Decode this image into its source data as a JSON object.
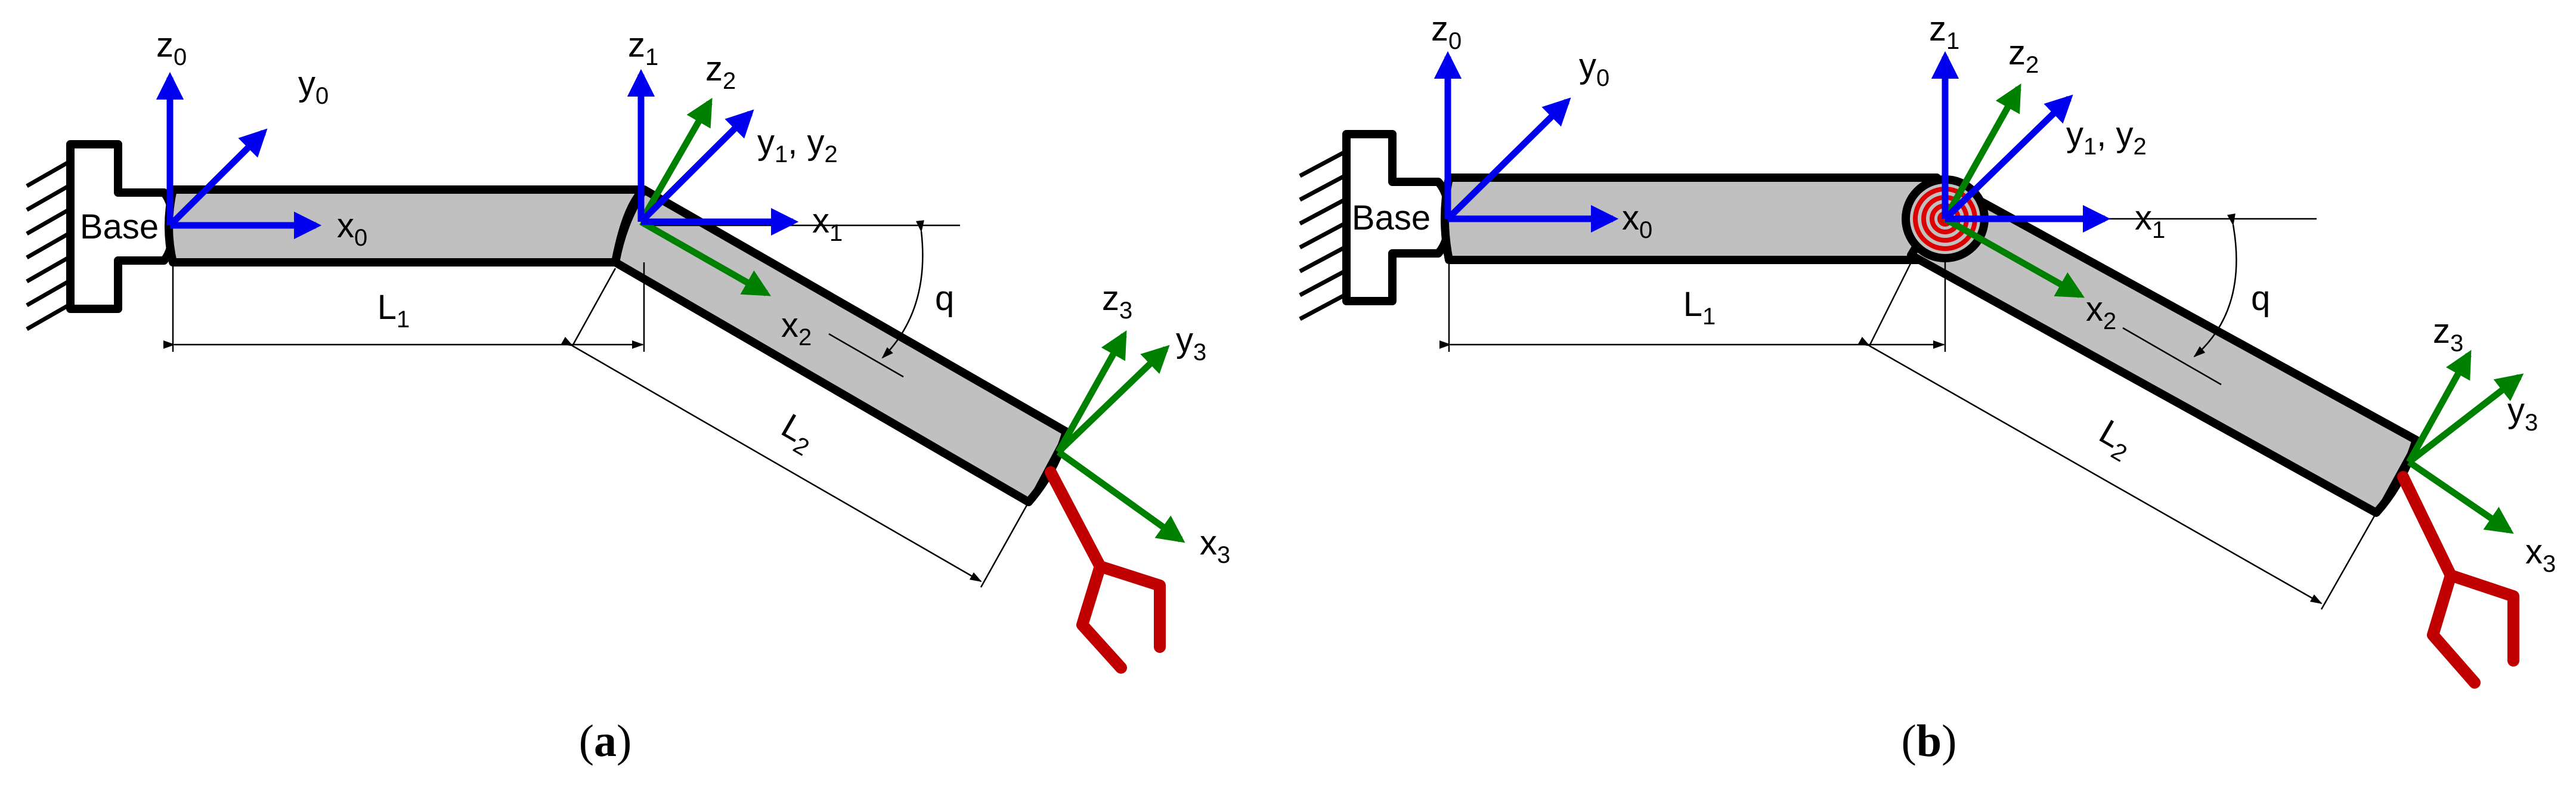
{
  "colors": {
    "link_fill": "#c0c0c0",
    "frame_base_and_1": "#0000ee",
    "frame_2_and_3": "#008000",
    "gripper": "#c00000",
    "spring": "#dd0000"
  },
  "panels": [
    {
      "caption_open": "(",
      "caption_letter": "a",
      "caption_close": ")",
      "base_label": "Base",
      "frame0": {
        "z": "z",
        "z_sub": "0",
        "y": "y",
        "y_sub": "0",
        "x": "x",
        "x_sub": "0"
      },
      "frame1": {
        "z": "z",
        "z_sub": "1",
        "y": "y",
        "y_sub": "1",
        "y_extra": ", y",
        "y_extra_sub": "2",
        "x": "x",
        "x_sub": "1"
      },
      "frame2": {
        "z": "z",
        "z_sub": "2",
        "x": "x",
        "x_sub": "2"
      },
      "frame3": {
        "z": "z",
        "z_sub": "3",
        "y": "y",
        "y_sub": "3",
        "x": "x",
        "x_sub": "3"
      },
      "dims": {
        "L1": "L",
        "L1_sub": "1",
        "L2": "L",
        "L2_sub": "2",
        "angle": "q"
      },
      "joint": "rigid"
    },
    {
      "caption_open": "(",
      "caption_letter": "b",
      "caption_close": ")",
      "base_label": "Base",
      "frame0": {
        "z": "z",
        "z_sub": "0",
        "y": "y",
        "y_sub": "0",
        "x": "x",
        "x_sub": "0"
      },
      "frame1": {
        "z": "z",
        "z_sub": "1",
        "y": "y",
        "y_sub": "1",
        "y_extra": ", y",
        "y_extra_sub": "2",
        "x": "x",
        "x_sub": "1"
      },
      "frame2": {
        "z": "z",
        "z_sub": "2",
        "x": "x",
        "x_sub": "2"
      },
      "frame3": {
        "z": "z",
        "z_sub": "3",
        "y": "y",
        "y_sub": "3",
        "x": "x",
        "x_sub": "3"
      },
      "dims": {
        "L1": "L",
        "L1_sub": "1",
        "L2": "L",
        "L2_sub": "2",
        "angle": "q"
      },
      "joint": "spring"
    }
  ]
}
